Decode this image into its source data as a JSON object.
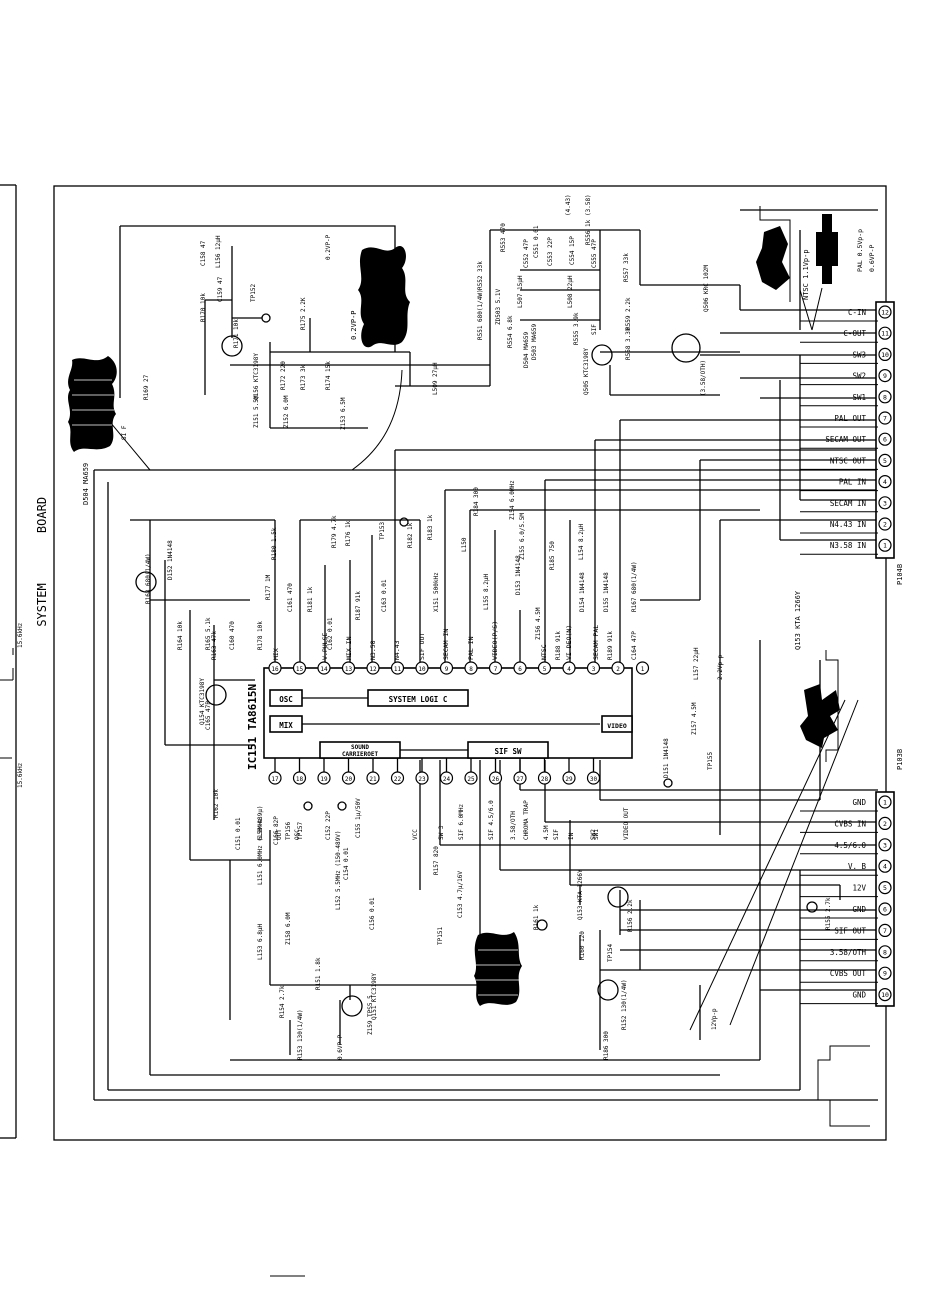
{
  "side": {
    "board": "BOARD",
    "system": "SYSTEM",
    "freq_a": "15.6kHz",
    "freq_b": "15.6kHz"
  },
  "ic": {
    "name": "IC151 TA8615N",
    "logic": "SYSTEM LOGI C",
    "osc": "OSC",
    "mix": "MIX",
    "sound": [
      "SOUND",
      "CARRIEROET"
    ],
    "sif_sw": "SIF SW",
    "video": "VIDEO",
    "top_pins": [
      "16",
      "15",
      "14",
      "13",
      "12",
      "11",
      "10",
      "9",
      "8",
      "7",
      "6",
      "5",
      "4",
      "3",
      "2",
      "1"
    ],
    "bottom_pins": [
      "17",
      "18",
      "19",
      "20",
      "21",
      "22",
      "23",
      "24",
      "25",
      "26",
      "27",
      "28",
      "29",
      "30"
    ],
    "top_labels": [
      "MIX",
      "V.PULSE",
      "MIX IN",
      "N3.58",
      "N4.43",
      "SIF OUT",
      "SECAM IN",
      "PAL IN",
      "VIDEO(P/S)",
      "NTSC",
      "VI DEO(N)",
      "SECAM PAL"
    ],
    "bottom_labels": [
      "OUT",
      "OSC",
      "VCC",
      "SW 3",
      "SIF 6.0MHz",
      "SIF 4.5/6.0",
      "3.58/OTH",
      "CHROMA TRAP",
      "4.5M",
      "SIF",
      "IN",
      "SW2",
      "SW1",
      "VIDEO OUT"
    ]
  },
  "p104b": {
    "name": "P104B",
    "pins": [
      {
        "n": "12",
        "label": "C-IN"
      },
      {
        "n": "11",
        "label": "C-OUT"
      },
      {
        "n": "10",
        "label": "SW3"
      },
      {
        "n": "9",
        "label": "SW2"
      },
      {
        "n": "8",
        "label": "SW1"
      },
      {
        "n": "7",
        "label": "PAL OUT"
      },
      {
        "n": "6",
        "label": "SECAM OUT"
      },
      {
        "n": "5",
        "label": "NTSC OUT"
      },
      {
        "n": "4",
        "label": "PAL IN"
      },
      {
        "n": "3",
        "label": "SECAM IN"
      },
      {
        "n": "2",
        "label": "N4.43 IN"
      },
      {
        "n": "1",
        "label": "N3.58 IN"
      }
    ]
  },
  "p103b": {
    "name": "P103B",
    "pins": [
      {
        "n": "1",
        "label": "GND"
      },
      {
        "n": "2",
        "label": "CVBS IN"
      },
      {
        "n": "3",
        "label": "4.5/6.0"
      },
      {
        "n": "4",
        "label": "V. B"
      },
      {
        "n": "5",
        "label": "12V"
      },
      {
        "n": "6",
        "label": "GND"
      },
      {
        "n": "7",
        "label": "SIF OUT"
      },
      {
        "n": "8",
        "label": "3.58/OTH"
      },
      {
        "n": "9",
        "label": "CVBS OUT"
      },
      {
        "n": "10",
        "label": "GND"
      }
    ]
  },
  "parts": [
    {
      "id": "c158",
      "t": "C158 47"
    },
    {
      "id": "l156",
      "t": "L156 12µH"
    },
    {
      "id": "c159",
      "t": "C159 47"
    },
    {
      "id": "tp152",
      "t": "TP152"
    },
    {
      "id": "r170",
      "t": "R170 10k"
    },
    {
      "id": "r171",
      "t": "R171 10k"
    },
    {
      "id": "r175",
      "t": "R175 2.2K"
    },
    {
      "id": "wave_2vpp",
      "t": "0.2VP-P"
    },
    {
      "id": "q156",
      "t": "Q156 KTC3198Y"
    },
    {
      "id": "r172",
      "t": "R172 220"
    },
    {
      "id": "r173",
      "t": "R173 3k"
    },
    {
      "id": "r174",
      "t": "R174 15k"
    },
    {
      "id": "z151",
      "t": "Z151 5.5M"
    },
    {
      "id": "z152",
      "t": "Z152 6.0M"
    },
    {
      "id": "z153",
      "t": "Z153 6.5M"
    },
    {
      "id": "r169",
      "t": "R169 27"
    },
    {
      "id": "sif",
      "t": "SI F"
    },
    {
      "id": "l509",
      "t": "L509 27µH"
    },
    {
      "id": "r552",
      "t": "R552 33k"
    },
    {
      "id": "r553",
      "t": "R553 470"
    },
    {
      "id": "c551",
      "t": "C551 0.01"
    },
    {
      "id": "c553",
      "t": "C553 22P"
    },
    {
      "id": "c552",
      "t": "C552 47P"
    },
    {
      "id": "c554",
      "t": "C554 15P"
    },
    {
      "id": "r556",
      "t": "R556 1k"
    },
    {
      "id": "c555",
      "t": "C555 47P"
    },
    {
      "id": "n443",
      "t": "(4.43)"
    },
    {
      "id": "n358",
      "t": "(3.58)"
    },
    {
      "id": "r551",
      "t": "R551 680(1/4W)"
    },
    {
      "id": "zd503",
      "t": "ZD503 5.1V"
    },
    {
      "id": "l507",
      "t": "L507 15µH"
    },
    {
      "id": "l508",
      "t": "L508 22µH"
    },
    {
      "id": "r557",
      "t": "R557 33k"
    },
    {
      "id": "r554",
      "t": "R554 6.8k"
    },
    {
      "id": "r555",
      "t": "R555 3.9k"
    },
    {
      "id": "d503",
      "t": "D503 MA659"
    },
    {
      "id": "sif2",
      "t": "SIF"
    },
    {
      "id": "d504",
      "t": "D504 MA659"
    },
    {
      "id": "r559",
      "t": "R559 2.2k"
    },
    {
      "id": "q506",
      "t": "Q506 KRC 102M"
    },
    {
      "id": "r558",
      "t": "R558 3.3k"
    },
    {
      "id": "q505",
      "t": "Q505 KTC3198Y"
    },
    {
      "id": "oth358",
      "t": "(3.58/OTH)"
    },
    {
      "id": "vpp22a",
      "t": "2.2Vp-p"
    },
    {
      "id": "ntsc11",
      "t": "NTSC 1.1Vp-p"
    },
    {
      "id": "pal05",
      "t": "PAL 0.5Vp-p"
    },
    {
      "id": "vpp06a",
      "t": "0.6VP-P"
    },
    {
      "id": "q155",
      "t": "Q155 KTA1266Y"
    },
    {
      "id": "r168",
      "t": "R168 680(1/4W)"
    },
    {
      "id": "d152",
      "t": "D152 1N4148"
    },
    {
      "id": "r180",
      "t": "R180 1.5k"
    },
    {
      "id": "r179",
      "t": "R179 4.7k"
    },
    {
      "id": "r176",
      "t": "R176 1k"
    },
    {
      "id": "tp153",
      "t": "TP153"
    },
    {
      "id": "r182",
      "t": "R182 1k"
    },
    {
      "id": "r183",
      "t": "R183 1k"
    },
    {
      "id": "l150",
      "t": "L150"
    },
    {
      "id": "r184",
      "t": "R184 300"
    },
    {
      "id": "z154",
      "t": "Z154 6.0MHz"
    },
    {
      "id": "z155",
      "t": "Z155 6.0/5.5M"
    },
    {
      "id": "d153",
      "t": "D153 1N4148"
    },
    {
      "id": "r185",
      "t": "R185 750"
    },
    {
      "id": "l154",
      "t": "L154 8.2µH"
    },
    {
      "id": "l155",
      "t": "L155 8.2µH"
    },
    {
      "id": "z156",
      "t": "Z156 4.5M"
    },
    {
      "id": "d154",
      "t": "D154 1N4148"
    },
    {
      "id": "d155",
      "t": "D155 1N4148"
    },
    {
      "id": "r167",
      "t": "R167 680(1/4W)"
    },
    {
      "id": "r164",
      "t": "R164 10k"
    },
    {
      "id": "r165",
      "t": "R165 5.1k"
    },
    {
      "id": "c160",
      "t": "C160 470"
    },
    {
      "id": "r177",
      "t": "R177 1M"
    },
    {
      "id": "c161",
      "t": "C161 470"
    },
    {
      "id": "r181",
      "t": "R181 1k"
    },
    {
      "id": "c163",
      "t": "C163 0.01"
    },
    {
      "id": "x151",
      "t": "X151 500kHz"
    },
    {
      "id": "r178",
      "t": "R178 10k"
    },
    {
      "id": "c162",
      "t": "C162 0.01"
    },
    {
      "id": "r187",
      "t": "R187 91k"
    },
    {
      "id": "r188",
      "t": "R188 91k"
    },
    {
      "id": "r189",
      "t": "R189 91k"
    },
    {
      "id": "c164",
      "t": "C164 47P"
    },
    {
      "id": "l157",
      "t": "L157 22µH"
    },
    {
      "id": "vpp22b",
      "t": "2.2Vp-p"
    },
    {
      "id": "r166",
      "t": "R166 10k"
    },
    {
      "id": "r163",
      "t": "R163 47k"
    },
    {
      "id": "q154",
      "t": "Q154 KTC3198Y"
    },
    {
      "id": "c165",
      "t": "C165 47P"
    },
    {
      "id": "z157",
      "t": "Z157 4.5M"
    },
    {
      "id": "tp155",
      "t": "TP155"
    },
    {
      "id": "d151",
      "t": "D151 1N4148"
    },
    {
      "id": "r162",
      "t": "R162 10k"
    },
    {
      "id": "c151",
      "t": "C151 0.01"
    },
    {
      "id": "osc6",
      "t": "6.0MHz"
    },
    {
      "id": "tp156",
      "t": "TP156"
    },
    {
      "id": "tp157",
      "t": "TP157"
    },
    {
      "id": "c152",
      "t": "C152 22P"
    },
    {
      "id": "c155",
      "t": "C155 1µ/50V"
    },
    {
      "id": "c166",
      "t": "C166 82P"
    },
    {
      "id": "c154",
      "t": "C154 0.01"
    },
    {
      "id": "r157",
      "t": "R157 820"
    },
    {
      "id": "l151",
      "t": "L151 6.0MHz (150-489µ)"
    },
    {
      "id": "l152",
      "t": "L152 5.5MHz (150-489V)"
    },
    {
      "id": "c156",
      "t": "C156 0.01"
    },
    {
      "id": "c153",
      "t": "C153 4.7µ/16V"
    },
    {
      "id": "tp151",
      "t": "TP151"
    },
    {
      "id": "r161",
      "t": "R161 1k"
    },
    {
      "id": "q153",
      "t": "Q153 KTA 1266Y"
    },
    {
      "id": "r156",
      "t": "R156 2.2k"
    },
    {
      "id": "z158",
      "t": "Z158 6.0M"
    },
    {
      "id": "l153",
      "t": "L153 6.8µH"
    },
    {
      "id": "r160",
      "t": "R160 120"
    },
    {
      "id": "tp154",
      "t": "TP154"
    },
    {
      "id": "r155",
      "t": "R155 2.7k"
    },
    {
      "id": "r151",
      "t": "R151 1.8k"
    },
    {
      "id": "r154",
      "t": "R154 2.7k"
    },
    {
      "id": "q151",
      "t": "Q151 KTC3198Y"
    },
    {
      "id": "z159",
      "t": "Z159 TPS5.5"
    },
    {
      "id": "r152",
      "t": "R152 130(1/4W)"
    },
    {
      "id": "r153",
      "t": "R153 130(1/4W)"
    },
    {
      "id": "vpp06b",
      "t": "0.6VP-P"
    },
    {
      "id": "q152",
      "t": "Q152 KTC3198Y"
    },
    {
      "id": "r186",
      "t": "R186 300"
    },
    {
      "id": "vpp12",
      "t": "12Vp-p"
    },
    {
      "id": "v1",
      "t": "1V"
    }
  ]
}
